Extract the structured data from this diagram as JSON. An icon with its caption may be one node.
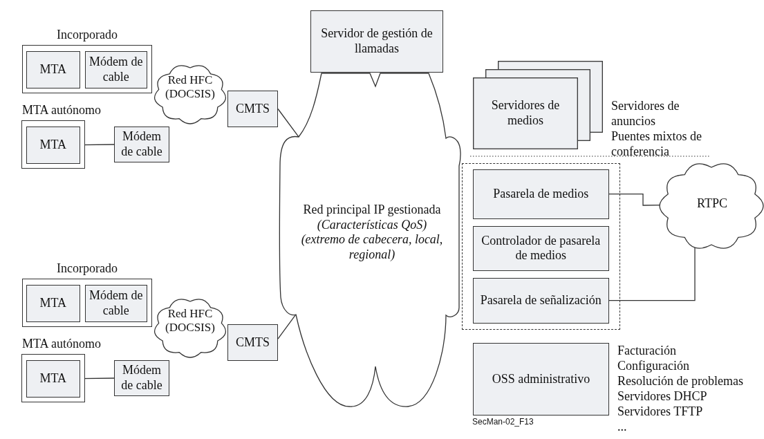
{
  "diagram": {
    "nodes": [
      {
        "text": [
          "Incorporado"
        ]
      },
      {
        "text": [
          "MTA"
        ],
        "in": 0
      },
      {
        "text": [
          "Módem de cable"
        ],
        "in": 0
      },
      {
        "text": [
          "MTA autónomo"
        ]
      },
      {
        "text": [
          "MTA"
        ],
        "in": 3
      },
      {
        "text": [
          "Módem de cable"
        ]
      },
      {
        "text": [
          "Red HFC (DOCSIS)"
        ]
      },
      {
        "text": [
          "CMTS"
        ]
      },
      {
        "text": [
          "Incorporado"
        ]
      },
      {
        "text": [
          "MTA"
        ],
        "in": 8
      },
      {
        "text": [
          "Módem de cable"
        ],
        "in": 8
      },
      {
        "text": [
          "MTA autónomo"
        ]
      },
      {
        "text": [
          "MTA"
        ],
        "in": 11
      },
      {
        "text": [
          "Módem de cable"
        ]
      },
      {
        "text": [
          "Red HFC (DOCSIS)"
        ]
      },
      {
        "text": [
          "CMTS"
        ]
      },
      {
        "text": [
          "Servidor de gestión de llamadas"
        ]
      },
      {
        "text": [
          "Red principal IP gestionada",
          "(Características QoS)",
          "(extremo de cabecera, local, regional)"
        ]
      },
      {
        "text": [
          "Servidores de medios"
        ],
        "beside": [
          "Servidores de anuncios",
          "Puentes mixtos de conferencia"
        ]
      },
      {
        "text": [],
        "shape": "box"
      },
      {
        "text": [
          "Pasarela de medios"
        ],
        "in": 19
      },
      {
        "text": [
          "Controlador de pasarela de medios"
        ],
        "in": 19
      },
      {
        "text": [
          "Pasarela de señalización"
        ],
        "in": 19
      },
      {
        "text": [
          "RTPC"
        ]
      },
      {
        "text": [
          "OSS administrativo"
        ],
        "beside": [
          "Facturación",
          "Configuración",
          "Resolución de problemas",
          "Servidores DHCP",
          "Servidores TFTP",
          "..."
        ]
      }
    ],
    "edges": [
      {
        "from": 4,
        "to": 5,
        "arrow": "none"
      },
      {
        "from": 7,
        "to": 17,
        "arrow": "none"
      },
      {
        "from": 12,
        "to": 13,
        "arrow": "none"
      },
      {
        "from": 15,
        "to": 17,
        "arrow": "none"
      },
      {
        "from": 20,
        "to": 23,
        "arrow": "none"
      },
      {
        "from": 22,
        "to": 23,
        "arrow": "none"
      }
    ],
    "labels": [
      "SecMan-02_F13"
    ]
  }
}
